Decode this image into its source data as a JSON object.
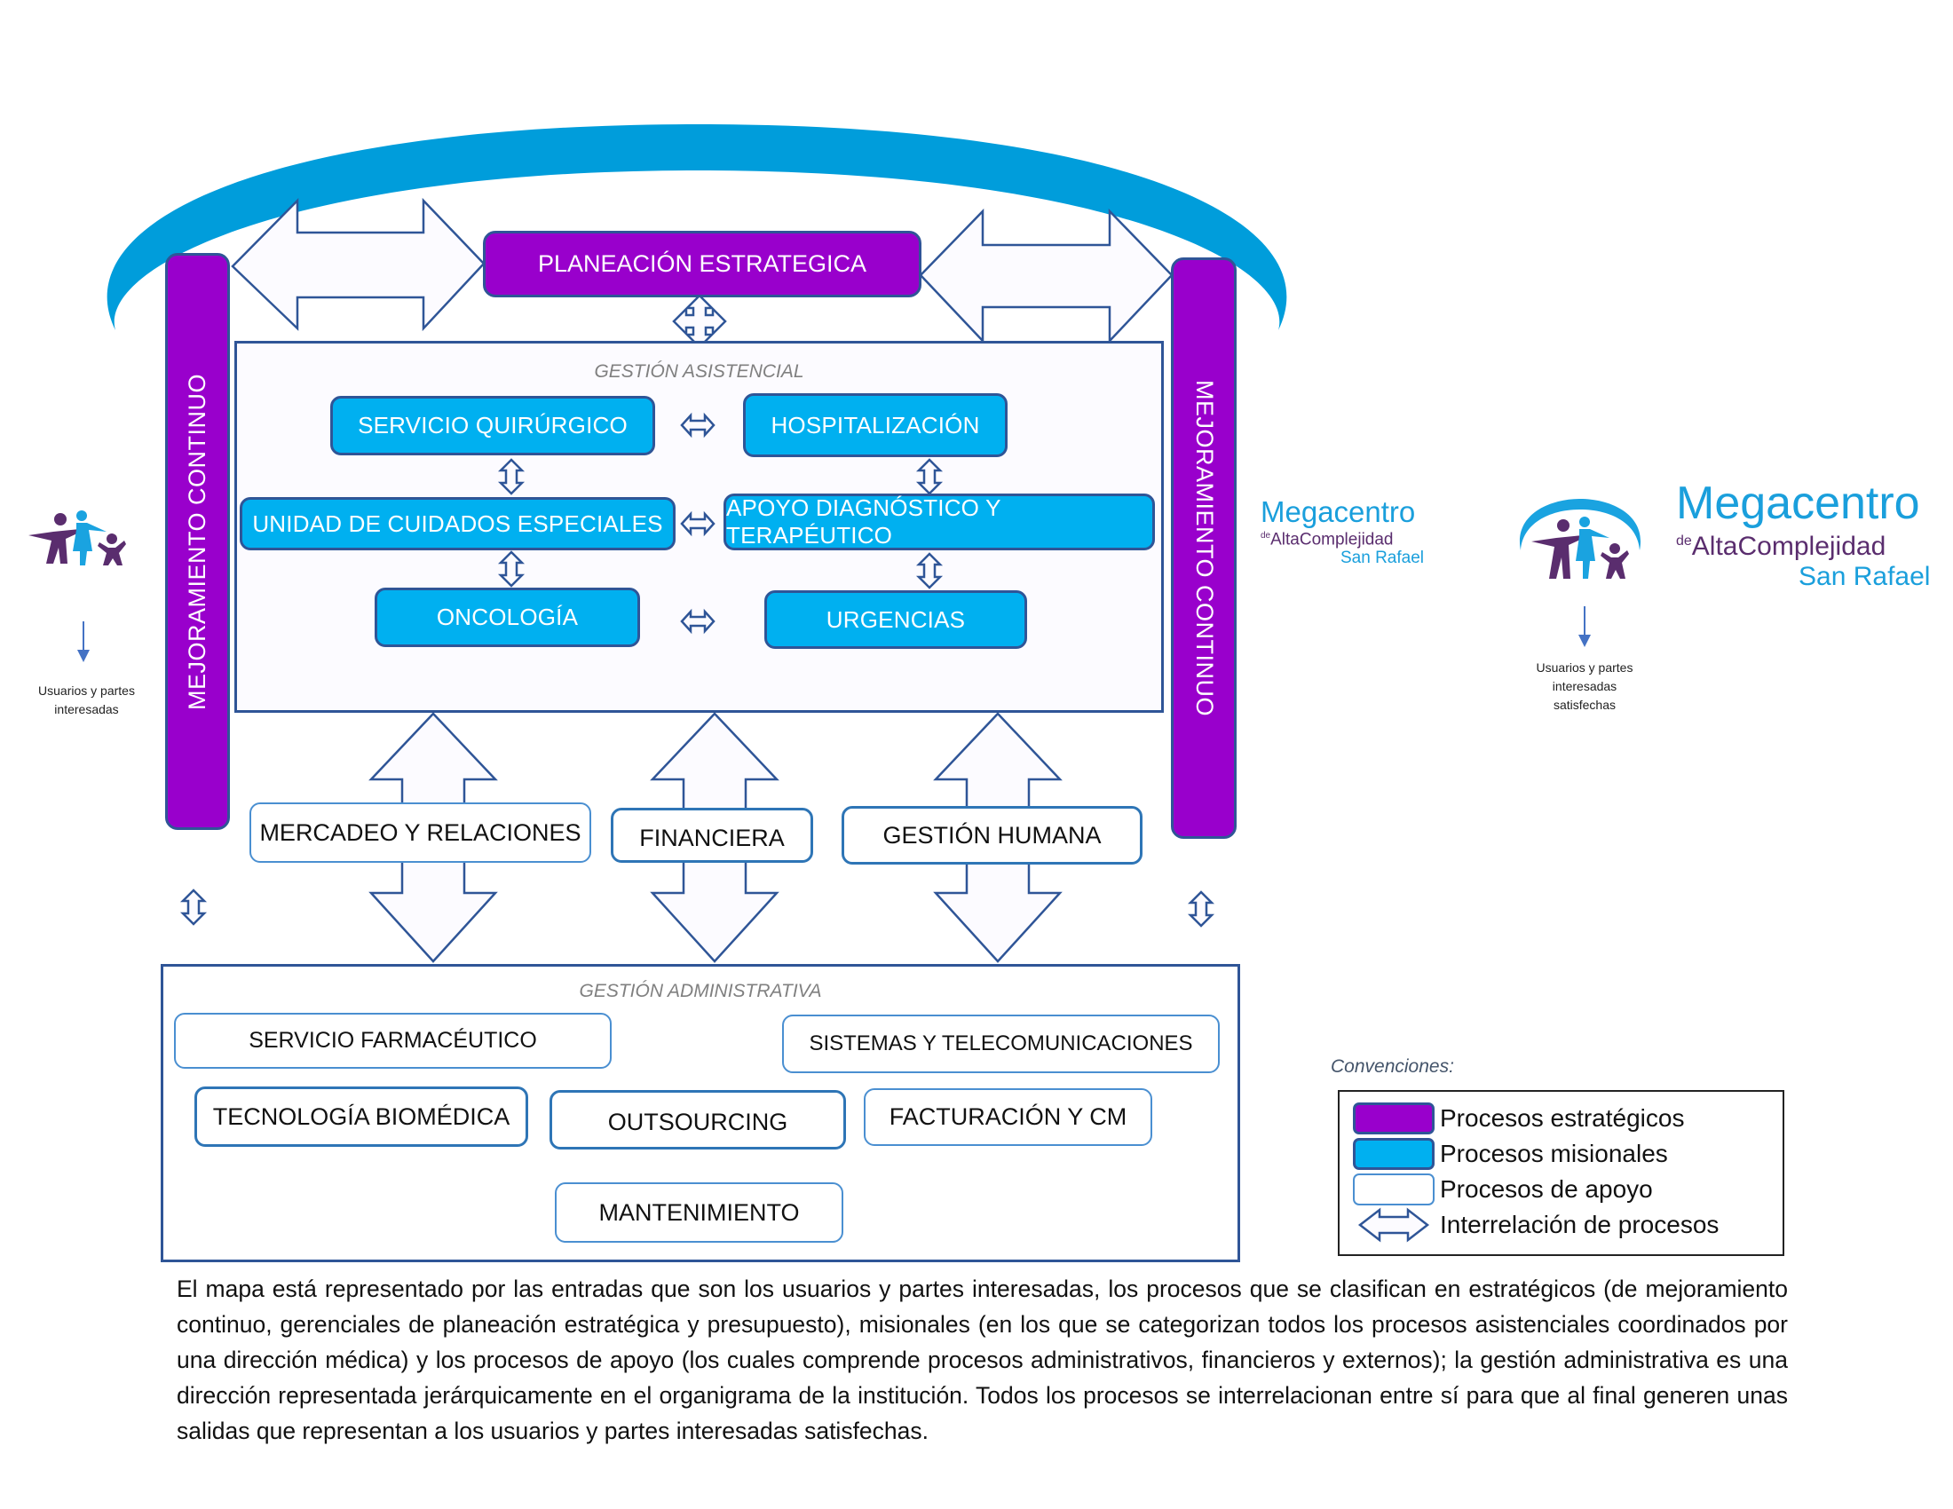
{
  "diagram": {
    "strategic": {
      "planeacion": "PLANEACIÓN ESTRATEGICA",
      "mejoramiento_left": "MEJORAMIENTO CONTINUO",
      "mejoramiento_right": "MEJORAMIENTO CONTINUO"
    },
    "asistencial": {
      "title": "GESTIÓN ASISTENCIAL",
      "items": [
        "SERVICIO QUIRÚRGICO",
        "HOSPITALIZACIÓN",
        "UNIDAD DE CUIDADOS ESPECIALES",
        "APOYO DIAGNÓSTICO Y TERAPÉUTICO",
        "ONCOLOGÍA",
        "URGENCIAS"
      ]
    },
    "support": {
      "items": [
        "MERCADEO Y RELACIONES",
        "FINANCIERA",
        "GESTIÓN HUMANA"
      ]
    },
    "administrativa": {
      "title": "GESTIÓN ADMINISTRATIVA",
      "items": [
        "SERVICIO FARMACÉUTICO",
        "SISTEMAS Y TELECOMUNICACIONES",
        "TECNOLOGÍA BIOMÉDICA",
        "OUTSOURCING",
        "FACTURACIÓN Y CM",
        "MANTENIMIENTO"
      ]
    },
    "inputs": {
      "caption_line1": "Usuarios y partes",
      "caption_line2": "interesadas"
    },
    "outputs": {
      "caption_line1": "Usuarios y partes",
      "caption_line2": "interesadas",
      "caption_line3": "satisfechas"
    }
  },
  "logo": {
    "line1": "Megacentro",
    "de": "de",
    "alta": "Alta",
    "complejidad": "Complejidad",
    "san_rafael": "San Rafael"
  },
  "legend": {
    "title": "Convenciones:",
    "items": [
      {
        "label": "Procesos estratégicos",
        "color": "#9900cc"
      },
      {
        "label": "Procesos misionales",
        "color": "#00b0f0"
      },
      {
        "label": "Procesos de apoyo",
        "color": "#ffffff"
      },
      {
        "label": "Interrelación de procesos",
        "color": "#fcfbff"
      }
    ]
  },
  "colors": {
    "strategic": "#9900cc",
    "mission": "#00b0f0",
    "outline": "#2f5597",
    "arc": "#009ddb",
    "logo_blue": "#1a9fdc",
    "logo_purple": "#5a2d6e"
  },
  "description": "El mapa está representado por las entradas que son los usuarios y partes interesadas, los procesos que se clasifican en estratégicos (de mejoramiento continuo, gerenciales de planeación estratégica y presupuesto), misionales (en los que se categorizan todos los procesos asistenciales coordinados por una dirección médica) y los procesos de apoyo (los cuales comprende procesos administrativos, financieros  y externos); la gestión administrativa es una dirección representada jerárquicamente en el organigrama de la institución. Todos los procesos se interrelacionan entre sí para que al final generen unas salidas que representan a los usuarios y partes interesadas satisfechas."
}
